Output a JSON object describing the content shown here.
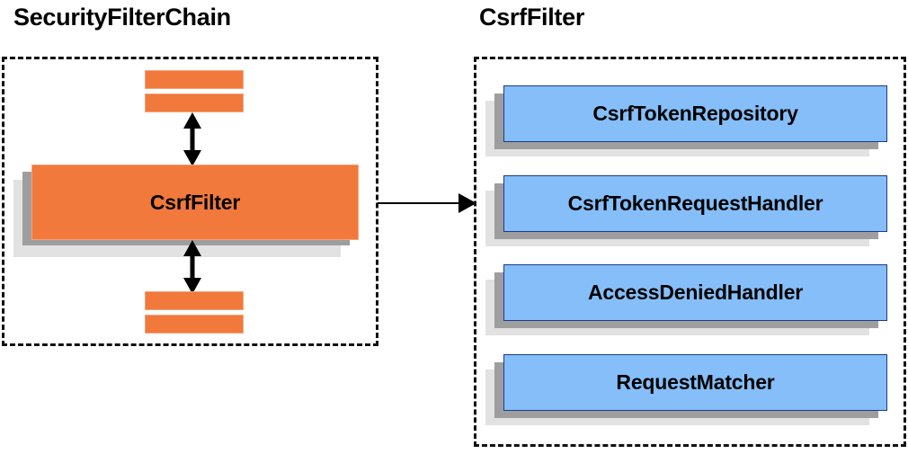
{
  "diagram": {
    "background": "#ffffff",
    "colors": {
      "orange": "#F1793C",
      "orange_border": "#F5A377",
      "blue": "#85BEF8",
      "blue_border": "#1B3A8C",
      "shadow_dark": "#9E9E9E",
      "shadow_light": "#E2E2E2",
      "outline": "#111111",
      "text": "#000000"
    },
    "sections": [
      {
        "id": "security-filter-chain",
        "title": "SecurityFilterChain"
      },
      {
        "id": "csrf-filter",
        "title": "CsrfFilter"
      }
    ],
    "chain": {
      "title": "SecurityFilterChain",
      "main_filter_label": "CsrfFilter",
      "top_bars": 2,
      "bottom_bars": 2
    },
    "csrf": {
      "title": "CsrfFilter",
      "collaborators": [
        {
          "label": "CsrfTokenRepository"
        },
        {
          "label": "CsrfTokenRequestHandler"
        },
        {
          "label": "AccessDeniedHandler"
        },
        {
          "label": "RequestMatcher"
        }
      ]
    },
    "connections": [
      {
        "id": "chain-to-csrf",
        "type": "single-arrow-right"
      },
      {
        "id": "filter-above",
        "type": "double-arrow-vertical"
      },
      {
        "id": "filter-below",
        "type": "double-arrow-vertical"
      }
    ]
  }
}
